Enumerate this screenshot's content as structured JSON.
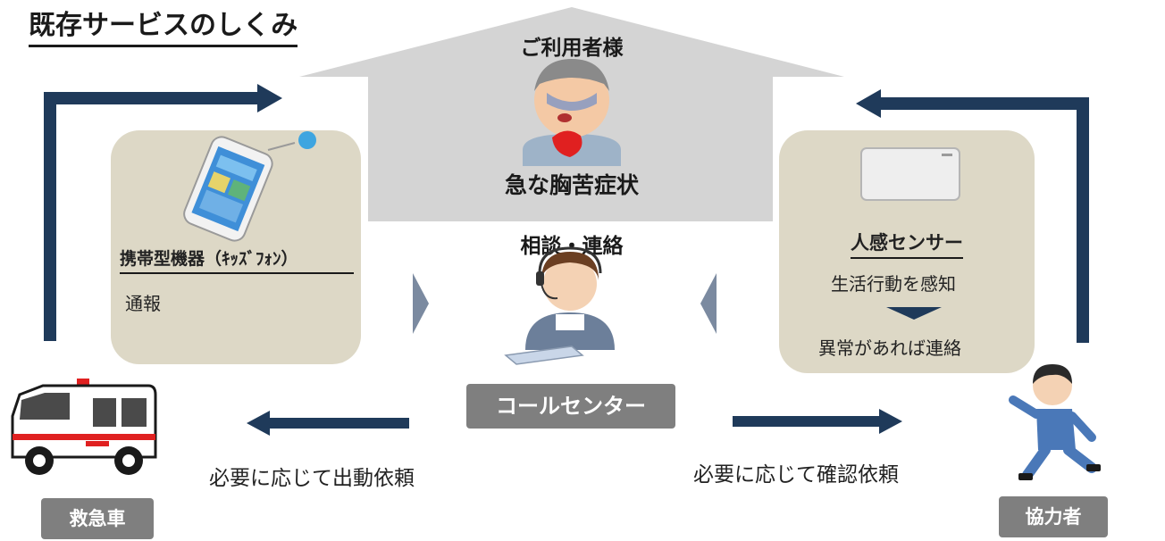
{
  "title": "既存サービスのしくみ",
  "user": {
    "label": "ご利用者様",
    "symptom": "急な胸苦症状"
  },
  "left_panel": {
    "device": "携帯型機器（ｷｯｽﾞﾌｫﾝ）",
    "action": "通報"
  },
  "right_panel": {
    "sensor": "人感センサー",
    "detect": "生活行動を感知",
    "notify": "異常があれば連絡"
  },
  "center": {
    "consult": "相談・連絡",
    "call_center": "コールセンター"
  },
  "bottom": {
    "left_request": "必要に応じて出動依頼",
    "right_request": "必要に応じて確認依頼"
  },
  "ambulance": "救急車",
  "cooperator": "協力者",
  "colors": {
    "arrow": "#1f3a5a",
    "house": "#d4d4d4",
    "panel": "#ddd8c6",
    "label_box": "#7f7f7f"
  }
}
